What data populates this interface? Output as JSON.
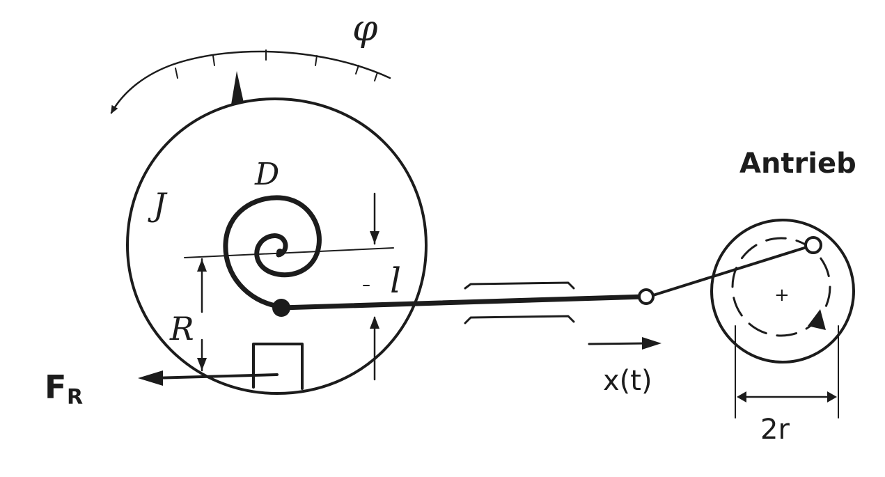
{
  "labels": {
    "phi": "φ",
    "D": "D",
    "J": "J",
    "R": "R",
    "l": "l",
    "F": "F",
    "F_sub": "R",
    "x_t": "x(t)",
    "antrieb": "Antrieb",
    "two_r": "2r"
  },
  "colors": {
    "ink": "#1c1c1c",
    "paper": "#ffffff"
  }
}
